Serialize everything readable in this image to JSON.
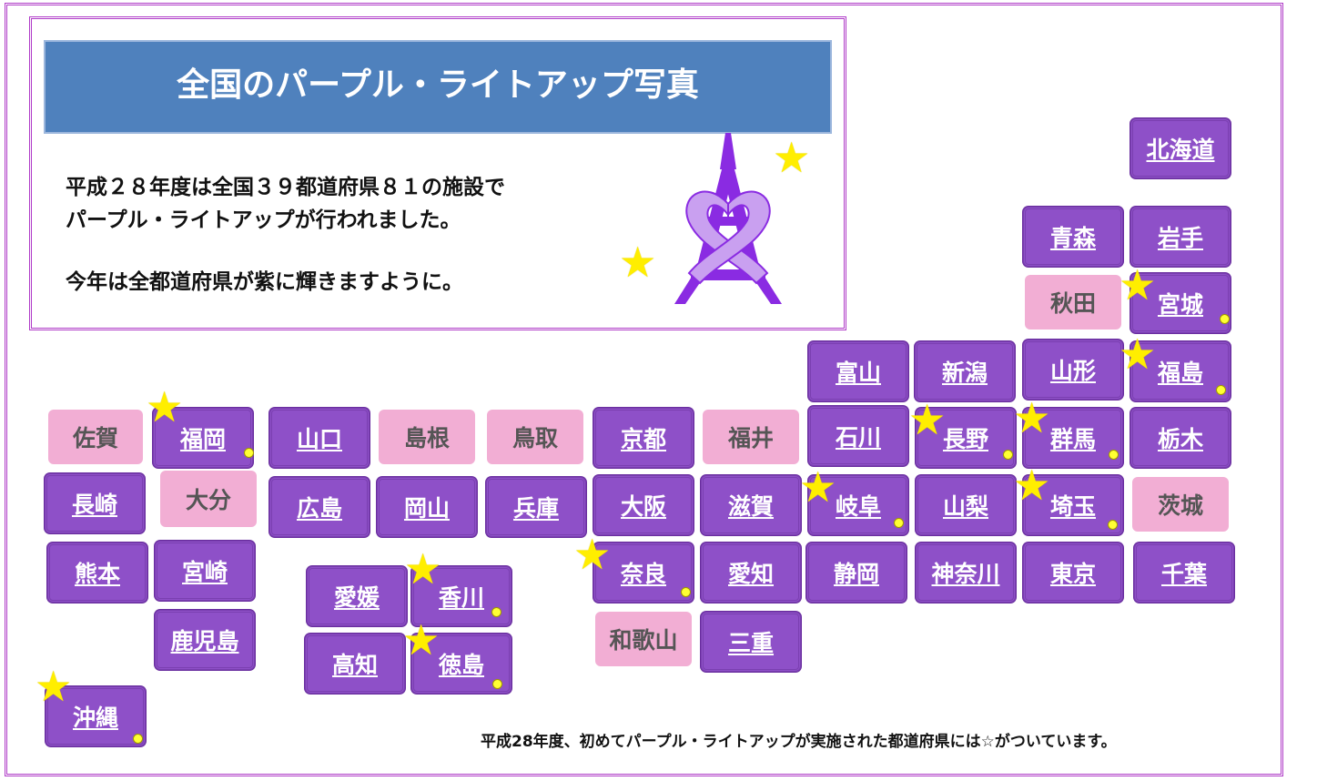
{
  "title": "全国のパープル・ライトアップ写真",
  "description": {
    "line1": "平成２８年度は全国３９都道府県８１の施設で",
    "line2": "パープル・ライトアップが行われました。",
    "line3": "今年は全都道府県が紫に輝きますように。"
  },
  "footnote": "平成28年度、初めてパープル・ライトアップが実施された都道府県には☆がついています。",
  "colors": {
    "lit": "#8e50c8",
    "not_lit": "#f2aed4",
    "frame": "#b03cc8",
    "title_bg": "#4f81bd",
    "star": "#ffee00"
  },
  "prefectures": {
    "hokkaido": "北海道",
    "aomori": "青森",
    "iwate": "岩手",
    "akita": "秋田",
    "miyagi": "宮城",
    "toyama": "富山",
    "niigata": "新潟",
    "yamagata": "山形",
    "fukushima": "福島",
    "saga": "佐賀",
    "fukuoka": "福岡",
    "yamaguchi": "山口",
    "shimane": "島根",
    "tottori": "鳥取",
    "kyoto": "京都",
    "fukui": "福井",
    "ishikawa": "石川",
    "nagano": "長野",
    "gunma": "群馬",
    "tochigi": "栃木",
    "nagasaki": "長崎",
    "oita": "大分",
    "hiroshima": "広島",
    "okayama": "岡山",
    "hyogo": "兵庫",
    "osaka": "大阪",
    "shiga": "滋賀",
    "gifu": "岐阜",
    "yamanashi": "山梨",
    "saitama": "埼玉",
    "ibaraki": "茨城",
    "kumamoto": "熊本",
    "miyazaki": "宮崎",
    "ehime": "愛媛",
    "kagawa": "香川",
    "nara": "奈良",
    "aichi": "愛知",
    "shizuoka": "静岡",
    "kanagawa": "神奈川",
    "tokyo": "東京",
    "chiba": "千葉",
    "kagoshima": "鹿児島",
    "kochi": "高知",
    "tokushima": "徳島",
    "wakayama": "和歌山",
    "mie": "三重",
    "okinawa": "沖縄"
  }
}
